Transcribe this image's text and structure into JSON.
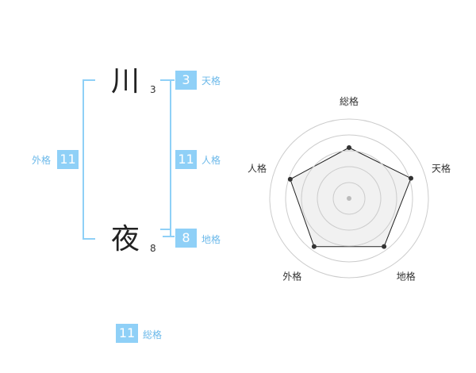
{
  "characters": [
    {
      "char": "川",
      "strokes": "3"
    },
    {
      "char": "夜",
      "strokes": "8"
    }
  ],
  "kakusu": {
    "tenkaku": {
      "value": "3",
      "label": "天格"
    },
    "jinkaku": {
      "value": "11",
      "label": "人格"
    },
    "chikaku": {
      "value": "8",
      "label": "地格"
    },
    "gaikaku": {
      "value": "11",
      "label": "外格"
    },
    "soukaku": {
      "value": "11",
      "label": "総格"
    }
  },
  "radar": {
    "axes": [
      "総格",
      "天格",
      "地格",
      "外格",
      "人格"
    ],
    "values": [
      0.64,
      0.82,
      0.75,
      0.75,
      0.78
    ],
    "colors": {
      "fill": "#eeeeee",
      "stroke": "#222222",
      "ring": "#cccccc",
      "point": "#333333",
      "center": "#bbbbbb"
    }
  },
  "colors": {
    "accent": "#8fd0f7",
    "accent_text": "#6cb9ea",
    "kanji": "#222222"
  }
}
